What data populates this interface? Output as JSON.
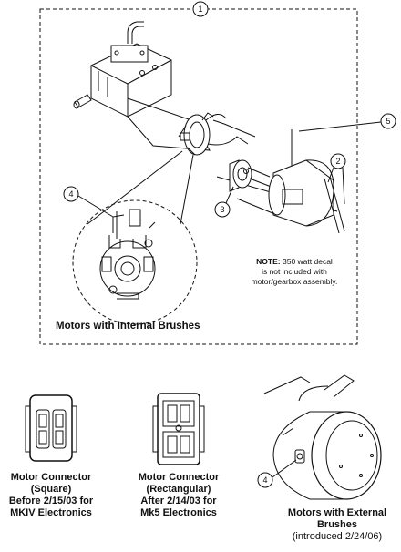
{
  "callouts": {
    "c1": "1",
    "c2": "2",
    "c3": "3",
    "c4_top": "4",
    "c5": "5",
    "c4_bottom": "4"
  },
  "internal_section": {
    "label": "Motors with Internal Brushes",
    "note_bold": "NOTE:",
    "note_line1": "350 watt decal",
    "note_line2": "is not included with",
    "note_line3": "motor/gearbox assembly."
  },
  "connector_square": {
    "line1": "Motor Connector",
    "line2": "(Square)",
    "line3": "Before 2/15/03 for",
    "line4": "MKIV Electronics"
  },
  "connector_rect": {
    "line1": "Motor Connector",
    "line2": "(Rectangular)",
    "line3": "After 2/14/03 for",
    "line4": "Mk5 Electronics"
  },
  "external_section": {
    "line1": "Motors with External",
    "line2": "Brushes",
    "line3": "(introduced 2/24/06)"
  }
}
